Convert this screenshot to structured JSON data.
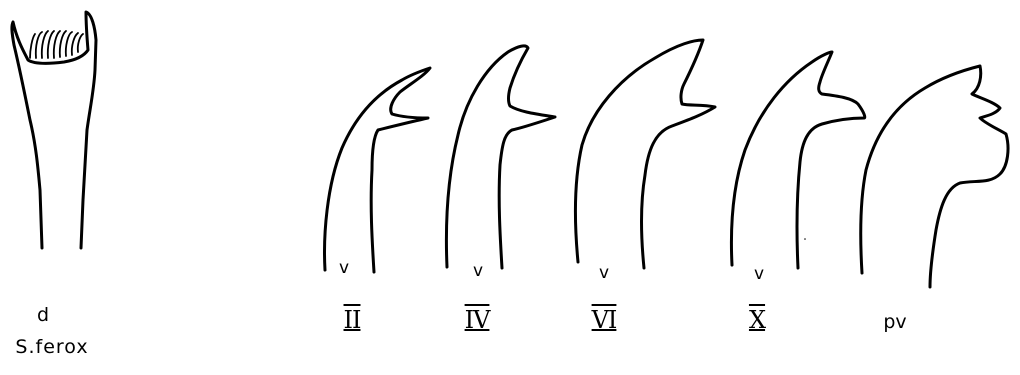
{
  "figure": {
    "dorsal_label": "d",
    "species_label": "S.ferox",
    "stroke_color": "#000000",
    "hooks": [
      {
        "position_label": "II",
        "view_label": "v"
      },
      {
        "position_label": "IV",
        "view_label": "v"
      },
      {
        "position_label": "VI",
        "view_label": "v"
      },
      {
        "position_label": "X",
        "view_label": "v"
      },
      {
        "position_label": "pv",
        "view_label": ""
      }
    ]
  }
}
